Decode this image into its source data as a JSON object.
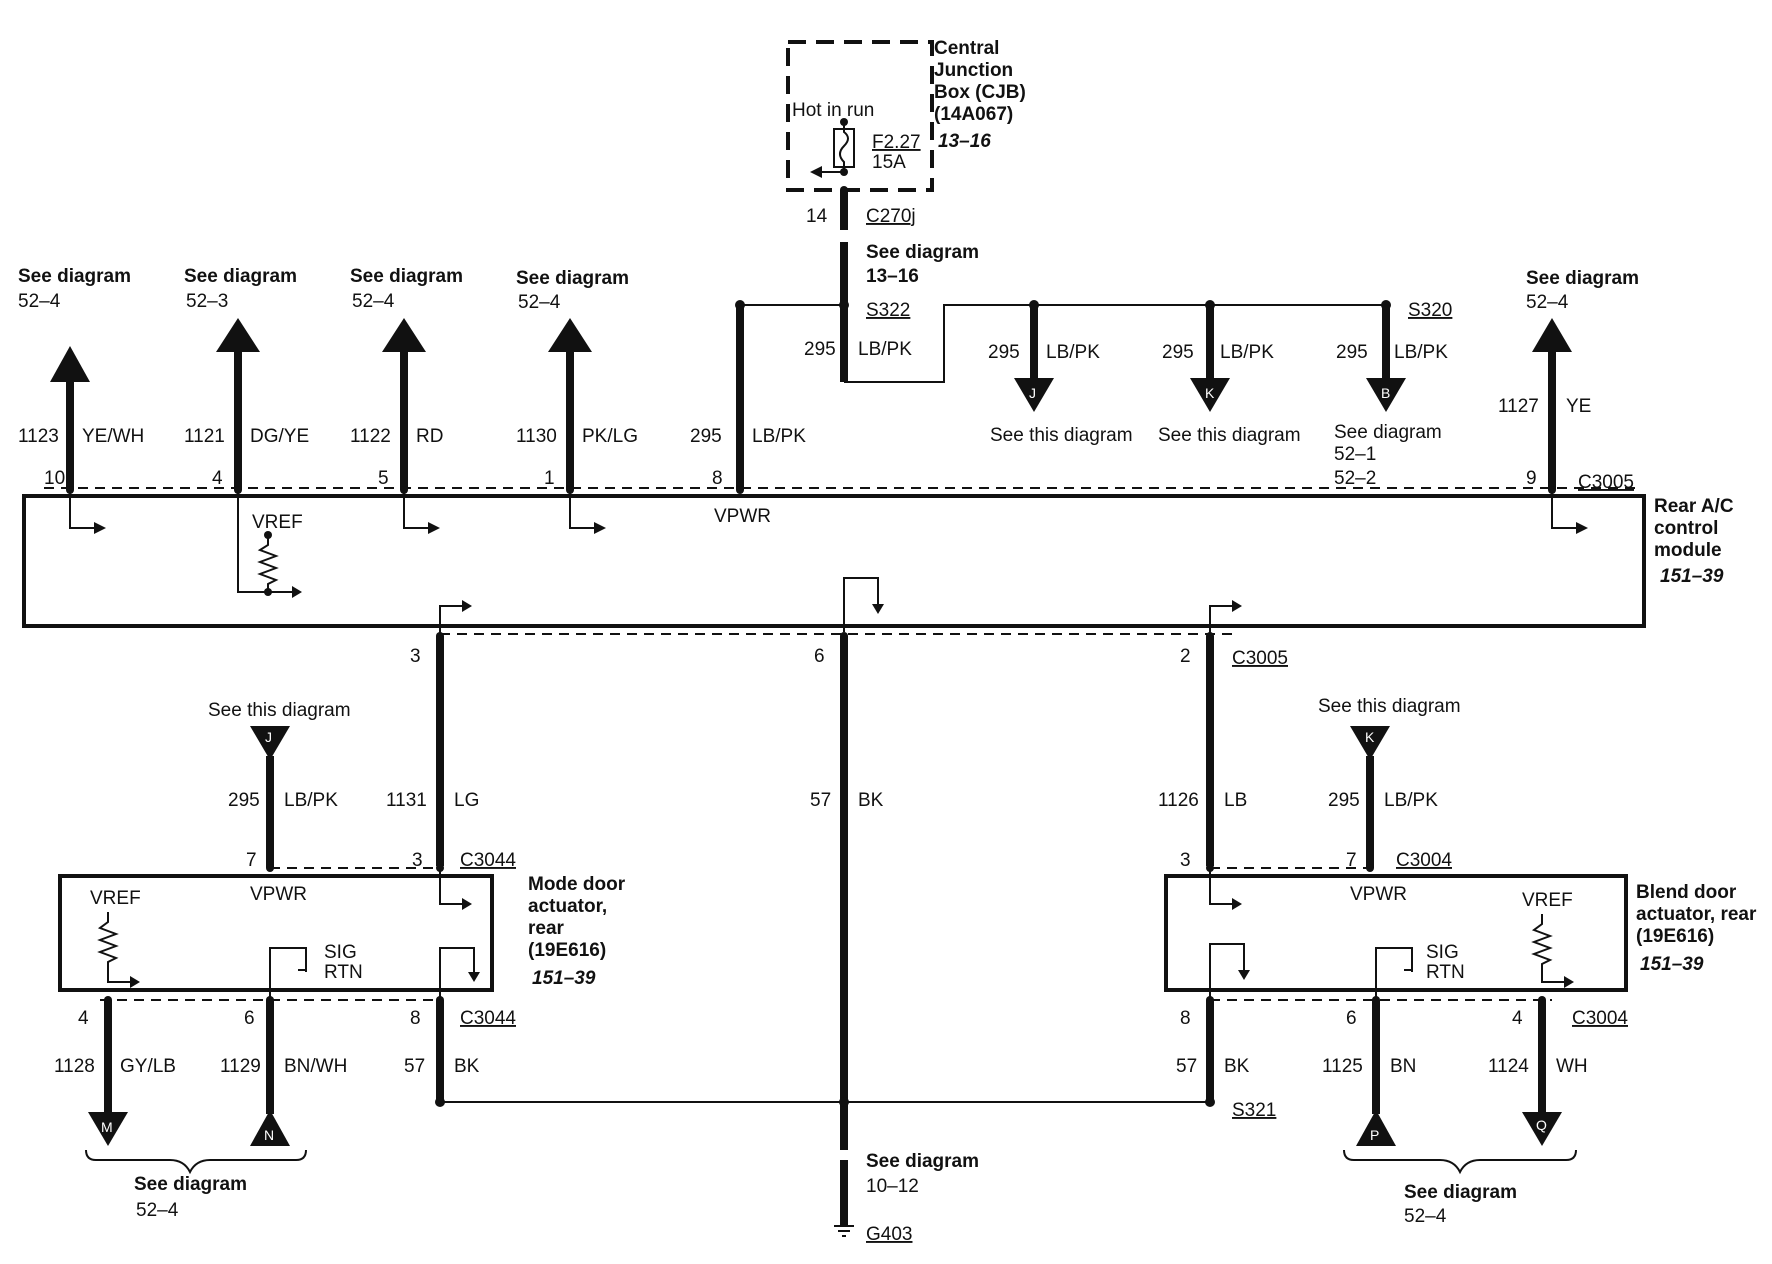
{
  "cjb": {
    "title": [
      "Central",
      "Junction",
      "Box (CJB)",
      "(14A067)"
    ],
    "ref": "13–16",
    "hot_in_run": "Hot in run",
    "fuse": "F2.27",
    "fuse_rating": "15A"
  },
  "feed": {
    "pin": "14",
    "connector": "C270j",
    "see_diagram": "See diagram",
    "see_ref": "13–16"
  },
  "splices": {
    "s322": "S322",
    "s320": "S320",
    "s321": "S321"
  },
  "rear_ac_module": {
    "title": [
      "Rear A/C",
      "control",
      "module"
    ],
    "ref": "151–39",
    "vpwr": "VPWR",
    "vref": "VREF",
    "connector_top": "C3005",
    "connector_bottom": "C3005"
  },
  "top_wires": [
    {
      "pin": "10",
      "circuit": "1123",
      "color": "YE/WH",
      "see": "See diagram",
      "ref": "52–4"
    },
    {
      "pin": "4",
      "circuit": "1121",
      "color": "DG/YE",
      "see": "See diagram",
      "ref": "52–3"
    },
    {
      "pin": "5",
      "circuit": "1122",
      "color": "RD",
      "see": "See diagram",
      "ref": "52–4"
    },
    {
      "pin": "1",
      "circuit": "1130",
      "color": "PK/LG",
      "see": "See diagram",
      "ref": "52–4"
    },
    {
      "pin": "8",
      "circuit": "295",
      "color": "LB/PK"
    },
    {
      "pin": "9",
      "circuit": "1127",
      "color": "YE",
      "see": "See diagram",
      "ref": "52–4"
    }
  ],
  "feed_wire": {
    "circuit": "295",
    "color": "LB/PK"
  },
  "branch_wires": [
    {
      "circuit": "295",
      "color": "LB/PK",
      "letter": "J",
      "see": "See this diagram"
    },
    {
      "circuit": "295",
      "color": "LB/PK",
      "letter": "K",
      "see": "See this diagram"
    },
    {
      "circuit": "295",
      "color": "LB/PK",
      "letter": "B",
      "see": "See diagram",
      "ref1": "52–1",
      "ref2": "52–2"
    }
  ],
  "module_bottom_wires": [
    {
      "pin": "3",
      "circuit": "1131",
      "color": "LG"
    },
    {
      "pin": "6",
      "circuit": "57",
      "color": "BK"
    },
    {
      "pin": "2",
      "circuit": "1126",
      "color": "LB"
    }
  ],
  "ground": {
    "see": "See diagram",
    "ref": "10–12",
    "label": "G403"
  },
  "mode_actuator": {
    "title": [
      "Mode door",
      "actuator,",
      "rear",
      "(19E616)"
    ],
    "ref": "151–39",
    "vpwr": "VPWR",
    "vref": "VREF",
    "sig": "SIG",
    "rtn": "RTN",
    "connector": "C3044",
    "in_pin_a": "7",
    "in_pin_b": "3",
    "in_from": "See this diagram",
    "in_letter": "J",
    "in_wire": {
      "circuit": "295",
      "color": "LB/PK"
    },
    "out": [
      {
        "pin": "4",
        "circuit": "1128",
        "color": "GY/LB",
        "letter": "M"
      },
      {
        "pin": "6",
        "circuit": "1129",
        "color": "BN/WH",
        "letter": "N"
      },
      {
        "pin": "8",
        "circuit": "57",
        "color": "BK"
      }
    ],
    "see": "See diagram",
    "see_ref": "52–4"
  },
  "blend_actuator": {
    "title": [
      "Blend door",
      "actuator, rear",
      "(19E616)"
    ],
    "ref": "151–39",
    "vpwr": "VPWR",
    "vref": "VREF",
    "sig": "SIG",
    "rtn": "RTN",
    "connector": "C3004",
    "in_pin_a": "3",
    "in_pin_b": "7",
    "in_from": "See this diagram",
    "in_letter": "K",
    "in_wire": {
      "circuit": "295",
      "color": "LB/PK"
    },
    "out": [
      {
        "pin": "8",
        "circuit": "57",
        "color": "BK"
      },
      {
        "pin": "6",
        "circuit": "1125",
        "color": "BN",
        "letter": "P"
      },
      {
        "pin": "4",
        "circuit": "1124",
        "color": "WH",
        "letter": "Q"
      }
    ],
    "see": "See diagram",
    "see_ref": "52–4"
  }
}
